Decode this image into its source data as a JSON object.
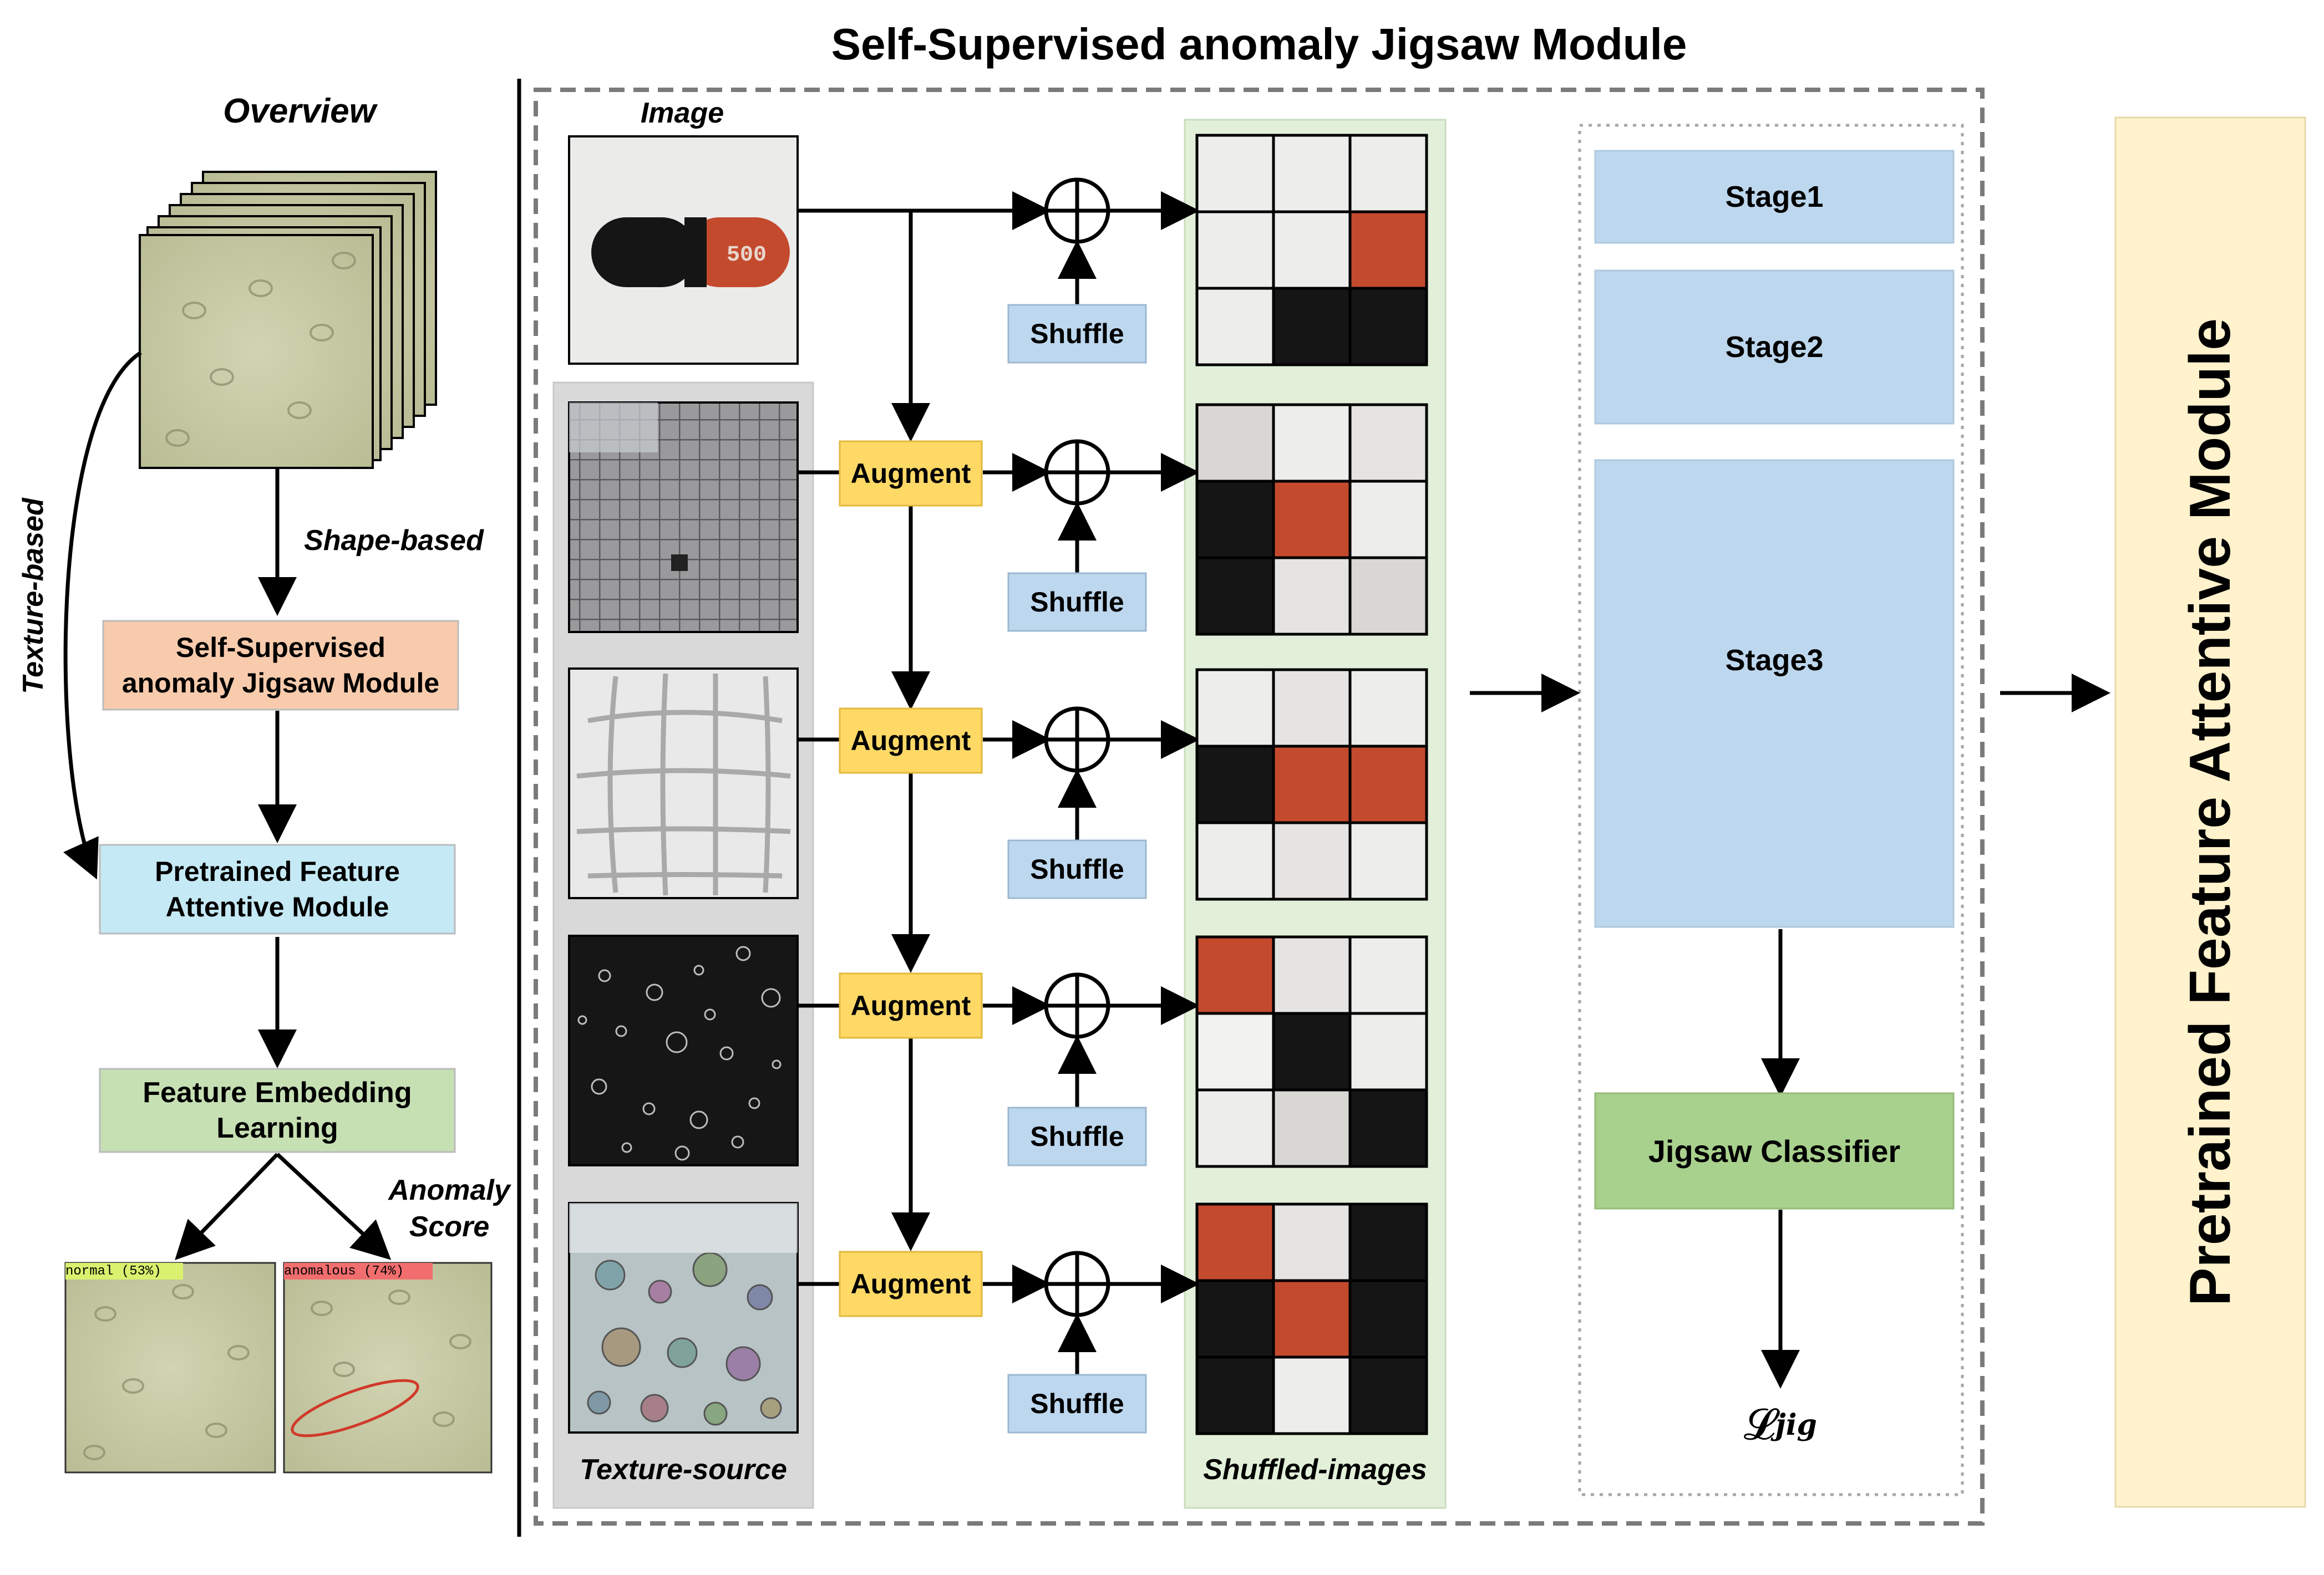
{
  "title": "Self-Supervised anomaly Jigsaw Module",
  "overview": {
    "title": "Overview",
    "shape_label": "Shape-based",
    "texture_label": "Texture-based",
    "jigsaw_box": "Self-Supervised\nanomaly Jigsaw Module",
    "attentive_box": "Pretrained Feature\nAttentive Module",
    "embedding_box": "Feature Embedding\nLearning",
    "anomaly_label": "Anomaly\nScore",
    "normal_tag": "normal (53%)",
    "anomalous_tag": "anomalous (74%)"
  },
  "jigsaw": {
    "image_label": "Image",
    "texture_source_label": "Texture-source",
    "shuffled_label": "Shuffled-images",
    "augment_label": "Augment",
    "shuffle_label": "Shuffle",
    "stages": [
      "Stage1",
      "Stage2",
      "Stage3"
    ],
    "classifier": "Jigsaw Classifier",
    "loss_symbol": "𝓛",
    "loss_subscript": "jig"
  },
  "right_panel": "Pretrained Feature Attentive Module",
  "colors": {
    "jigsaw_box": "#F8CBAD",
    "attentive_box": "#C5E9F5",
    "embedding_box": "#C6E0B4",
    "stage": "#BDD7EE",
    "classifier": "#A9D18E",
    "augment": "#FFD966",
    "shuffle": "#BDD7EE",
    "texture_panel": "#D9D9D9",
    "shuffled_panel": "#E2F0D9",
    "right_panel": "#FFF2CC",
    "leather": "#C9CBA6"
  },
  "icons": [
    "xor-icon",
    "arrow-icon",
    "capsule-icon",
    "texture-thumbnail-icon"
  ]
}
